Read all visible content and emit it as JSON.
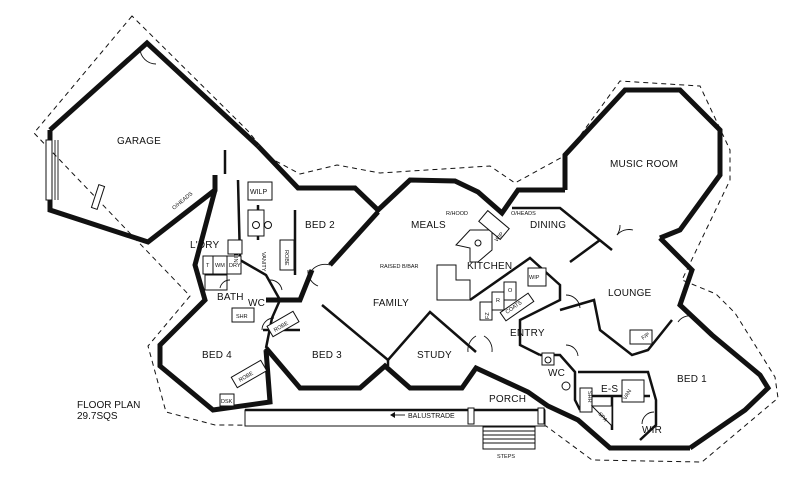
{
  "plan": {
    "title": "FLOOR PLAN",
    "area": "29.7SQS"
  },
  "rooms": {
    "garage": "GARAGE",
    "laundry": "L'DRY",
    "bed2": "BED 2",
    "meals": "MEALS",
    "dining": "DINING",
    "music_room": "MUSIC ROOM",
    "kitchen": "KITCHEN",
    "lounge": "LOUNGE",
    "family": "FAMILY",
    "bath": "BATH",
    "wc_left": "WC",
    "bed4": "BED 4",
    "bed3": "BED 3",
    "study": "STUDY",
    "entry": "ENTRY",
    "wc_right": "WC",
    "ensuite": "E-S",
    "bed1": "BED 1",
    "porch": "PORCH",
    "wir": "WIR"
  },
  "fixtures": {
    "wilp": "WILP",
    "vanity": "VANITY",
    "robe_bed2": "ROBE",
    "bench": "BENCH",
    "overheads_laundry": "O/HEADS",
    "tub": "T",
    "wm": "WM",
    "dry": "DRY",
    "lin": "LIN",
    "shr_bath": "SHR",
    "robe_bed3": "ROBE",
    "robe_bed4": "ROBE",
    "dsk": "DSK",
    "rhood": "R/HOOD",
    "overheads_kitchen": "O/HEADS",
    "wip_upper": "WIP",
    "raised_bar": "RAISED B/BAR",
    "wip_lower": "WIP",
    "fz": "FZ",
    "r": "R",
    "o": "O",
    "coats": "COATS",
    "fp": "F/P",
    "shr_ensuite": "SHR",
    "vanity_ensuite": "VAN",
    "spa": "SPA",
    "balustrade": "BALUSTRADE",
    "steps": "STEPS"
  }
}
